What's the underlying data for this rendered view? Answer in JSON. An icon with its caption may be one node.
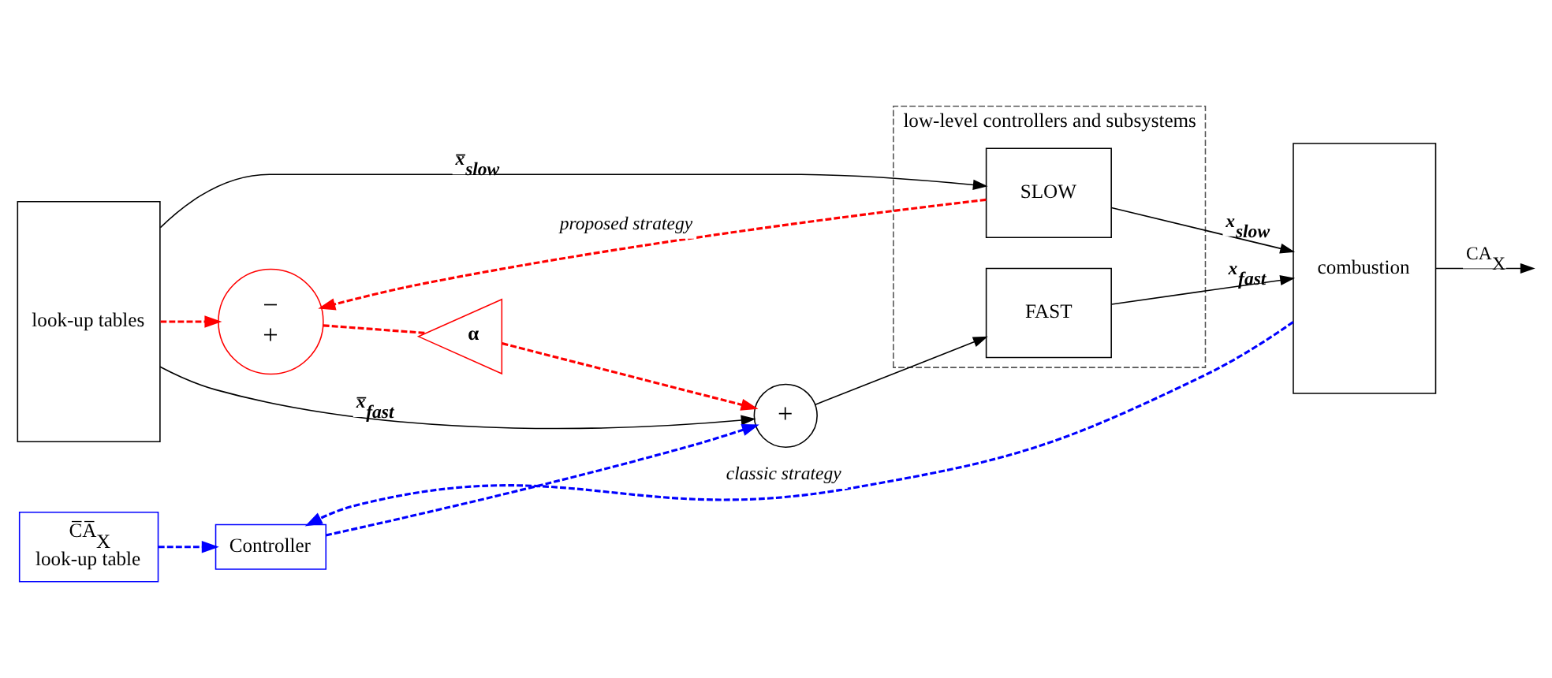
{
  "diagram": {
    "nodes": [
      {
        "text": [
          "look-up tables"
        ]
      },
      {
        "text": [
          "low-level controllers and subsystems"
        ]
      },
      {
        "text": [
          "SLOW"
        ],
        "in": 1
      },
      {
        "text": [
          "FAST"
        ],
        "in": 1
      },
      {
        "text": [
          "combustion"
        ]
      },
      {
        "text": [
          "−",
          "+"
        ]
      },
      {
        "text": [
          "α"
        ]
      },
      {
        "text": [
          "+"
        ]
      },
      {
        "text": [
          "C̅A̅$_{X}$",
          "look-up table"
        ]
      },
      {
        "text": [
          "Controller"
        ]
      }
    ],
    "edges": [
      {
        "from": 0,
        "to": 2,
        "arrow": "to",
        "label": "x̅$_{slow}$"
      },
      {
        "from": 0,
        "to": 7,
        "arrow": "to",
        "label": "x̅$_{fast}$"
      },
      {
        "from": 7,
        "to": 3,
        "arrow": "to"
      },
      {
        "from": 2,
        "to": 4,
        "arrow": "to",
        "label": "x$_{slow}$"
      },
      {
        "from": 3,
        "to": 4,
        "arrow": "to",
        "label": "x$_{fast}$"
      },
      {
        "from": 4,
        "to": null,
        "arrow": "to",
        "label": "CA$_{X}$"
      },
      {
        "from": 0,
        "to": 5,
        "arrow": "to",
        "style": "dashed",
        "color": "#ff0000"
      },
      {
        "from": 2,
        "to": 5,
        "arrow": "to",
        "style": "dashed",
        "color": "#ff0000",
        "label": "proposed strategy"
      },
      {
        "from": 5,
        "to": 6,
        "arrow": "none",
        "style": "dashed",
        "color": "#ff0000"
      },
      {
        "from": 6,
        "to": 7,
        "arrow": "to",
        "style": "dashed",
        "color": "#ff0000"
      },
      {
        "from": 8,
        "to": 9,
        "arrow": "to",
        "style": "dashed",
        "color": "#0000ff"
      },
      {
        "from": 9,
        "to": 7,
        "arrow": "to",
        "style": "dashed",
        "color": "#0000ff"
      },
      {
        "from": 4,
        "to": 9,
        "arrow": "to",
        "style": "dashed",
        "color": "#0000ff",
        "label": "classic strategy"
      }
    ]
  }
}
